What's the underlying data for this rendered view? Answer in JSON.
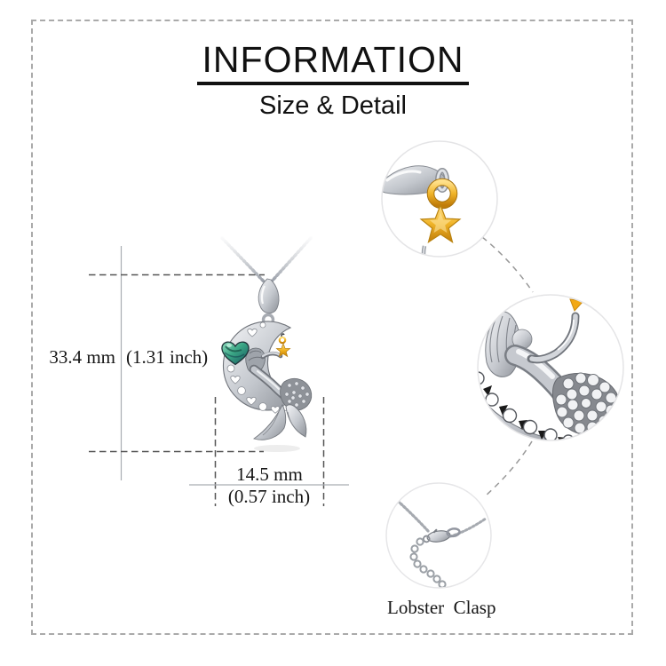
{
  "header": {
    "title": "INFORMATION",
    "subtitle": "Size & Detail"
  },
  "pendant_dimensions": {
    "height_mm": "33.4 mm",
    "height_inch": "(1.31 inch)",
    "width_mm": "14.5 mm",
    "width_inch": "(0.57 inch)"
  },
  "callouts": {
    "clasp_label": "Lobster  Clasp",
    "items": [
      {
        "name": "star-charm-closeup"
      },
      {
        "name": "mermaid-moon-closeup"
      },
      {
        "name": "lobster-clasp-closeup"
      }
    ]
  },
  "colors": {
    "gold": "#EFAF1C",
    "silver": "#C6C9CF",
    "abalone_green": "#2F9D7C",
    "frame_dash": "#AAAAAA",
    "measure_dash": "#555555",
    "text": "#111111"
  }
}
